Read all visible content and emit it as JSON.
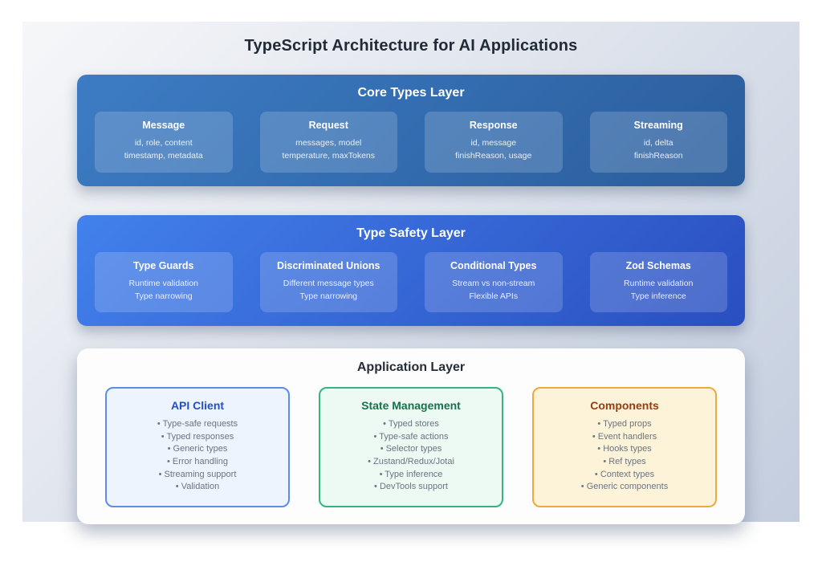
{
  "title": "TypeScript Architecture for AI Applications",
  "bullet": "•",
  "colors": {
    "canvas-start": "#f6f7f9",
    "canvas-end": "#c3cdde",
    "core-layer-start": "#3d7cc4",
    "core-layer-end": "#2a5d9c",
    "safety-layer-start": "#4281ec",
    "safety-layer-end": "#2a4ec0",
    "api-accent": "#5b8cee",
    "api-bg": "#eef4fe",
    "api-title": "#2150c8",
    "state-accent": "#36b37e",
    "state-bg": "#edf9f3",
    "state-title": "#14734a",
    "components-accent": "#edaa3c",
    "components-bg": "#fdf3d8",
    "components-title": "#9a3a12",
    "title-color": "#212b36",
    "item-color": "#6b7380"
  },
  "layers": [
    {
      "id": "core-types",
      "title": "Core Types Layer",
      "cards": [
        {
          "title": "Message",
          "lines": [
            "id, role, content",
            "timestamp, metadata"
          ]
        },
        {
          "title": "Request",
          "lines": [
            "messages, model",
            "temperature, maxTokens"
          ]
        },
        {
          "title": "Response",
          "lines": [
            "id, message",
            "finishReason, usage"
          ]
        },
        {
          "title": "Streaming",
          "lines": [
            "id, delta",
            "finishReason"
          ]
        }
      ]
    },
    {
      "id": "type-safety",
      "title": "Type Safety Layer",
      "cards": [
        {
          "title": "Type Guards",
          "lines": [
            "Runtime validation",
            "Type narrowing"
          ]
        },
        {
          "title": "Discriminated Unions",
          "lines": [
            "Different message types",
            "Type narrowing"
          ]
        },
        {
          "title": "Conditional Types",
          "lines": [
            "Stream vs non-stream",
            "Flexible APIs"
          ]
        },
        {
          "title": "Zod Schemas",
          "lines": [
            "Runtime validation",
            "Type inference"
          ]
        }
      ]
    }
  ],
  "application_layer": {
    "title": "Application Layer",
    "cards": [
      {
        "title": "API Client",
        "accent": "blue",
        "items": [
          "Type-safe requests",
          "Typed responses",
          "Generic types",
          "Error handling",
          "Streaming support",
          "Validation"
        ]
      },
      {
        "title": "State Management",
        "accent": "green",
        "items": [
          "Typed stores",
          "Type-safe actions",
          "Selector types",
          "Zustand/Redux/Jotai",
          "Type inference",
          "DevTools support"
        ]
      },
      {
        "title": "Components",
        "accent": "orange",
        "items": [
          "Typed props",
          "Event handlers",
          "Hooks types",
          "Ref types",
          "Context types",
          "Generic components"
        ]
      }
    ]
  }
}
